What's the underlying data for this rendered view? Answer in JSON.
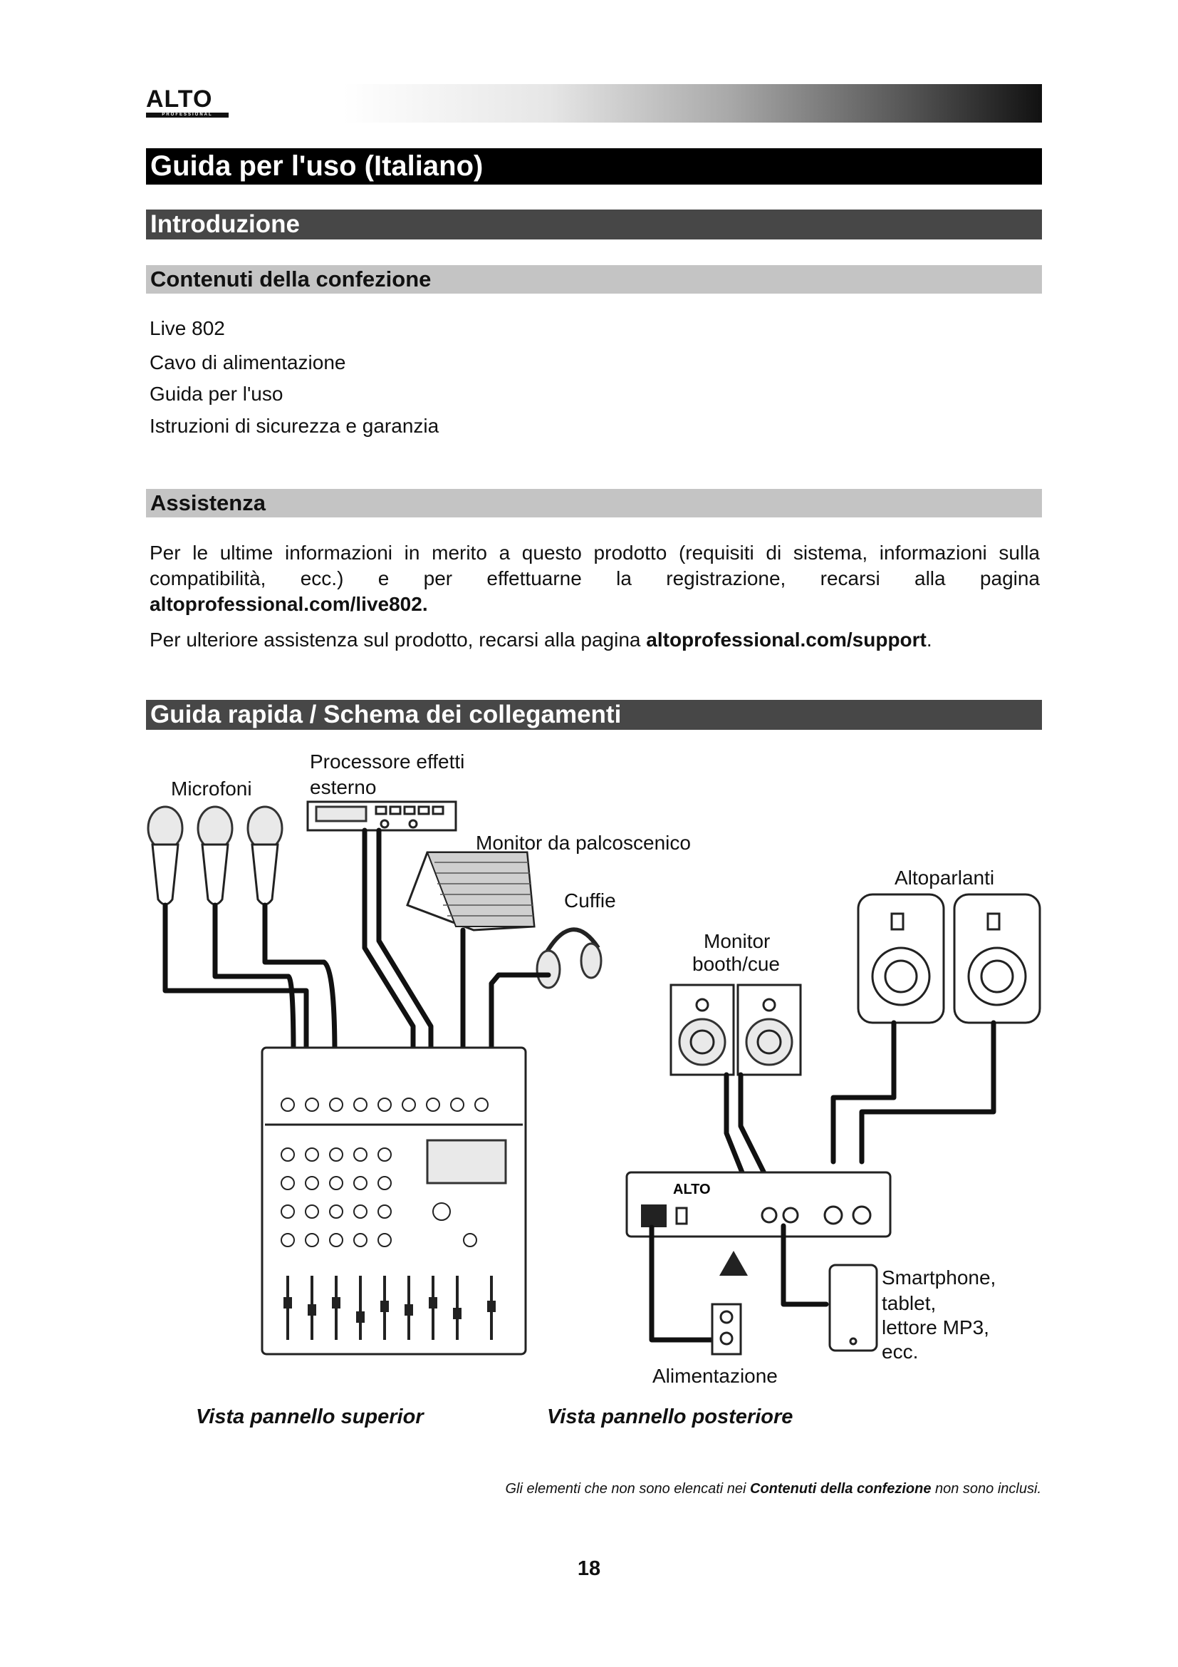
{
  "header": {
    "logo_text": "ALTO",
    "logo_subtext": "PROFESSIONAL"
  },
  "title": "Guida per l'uso (Italiano)",
  "introduction": {
    "heading": "Introduzione"
  },
  "package_contents": {
    "heading": "Contenuti della confezione",
    "items": [
      "Live 802",
      "Cavo di alimentazione",
      "Guida per l'uso",
      "Istruzioni di sicurezza e garanzia"
    ]
  },
  "support": {
    "heading": "Assistenza",
    "p1_text": "Per le ultime informazioni in merito a questo prodotto (requisiti di sistema, informazioni sulla compatibilità, ecc.) e per effettuarne la registrazione, recarsi alla pagina ",
    "p1_link": "altoprofessional.com/live802.",
    "p2_text": "Per ulteriore assistenza sul prodotto, recarsi alla pagina ",
    "p2_link": "altoprofessional.com/support",
    "p2_end": "."
  },
  "quickstart": {
    "heading": "Guida rapida / Schema dei collegamenti",
    "labels": {
      "microphones": "Microfoni",
      "fx_line1": "Processore effetti",
      "fx_line2": "esterno",
      "stage_monitor": "Monitor da palcoscenico",
      "headphones": "Cuffie",
      "speakers": "Altoparlanti",
      "booth_line1": "Monitor",
      "booth_line2": "booth/cue",
      "smartphone_line1": "Smartphone,",
      "smartphone_line2": "tablet,",
      "smartphone_line3": "lettore MP3,",
      "smartphone_line4": "ecc.",
      "power": "Alimentazione"
    },
    "captions": {
      "top_view": "Vista pannello superior",
      "rear_view": "Vista pannello posteriore"
    }
  },
  "footnote": {
    "prefix": "Gli elementi che non sono elencati nei ",
    "bold": "Contenuti della confezione",
    "suffix": " non sono inclusi."
  },
  "page_number": "18"
}
